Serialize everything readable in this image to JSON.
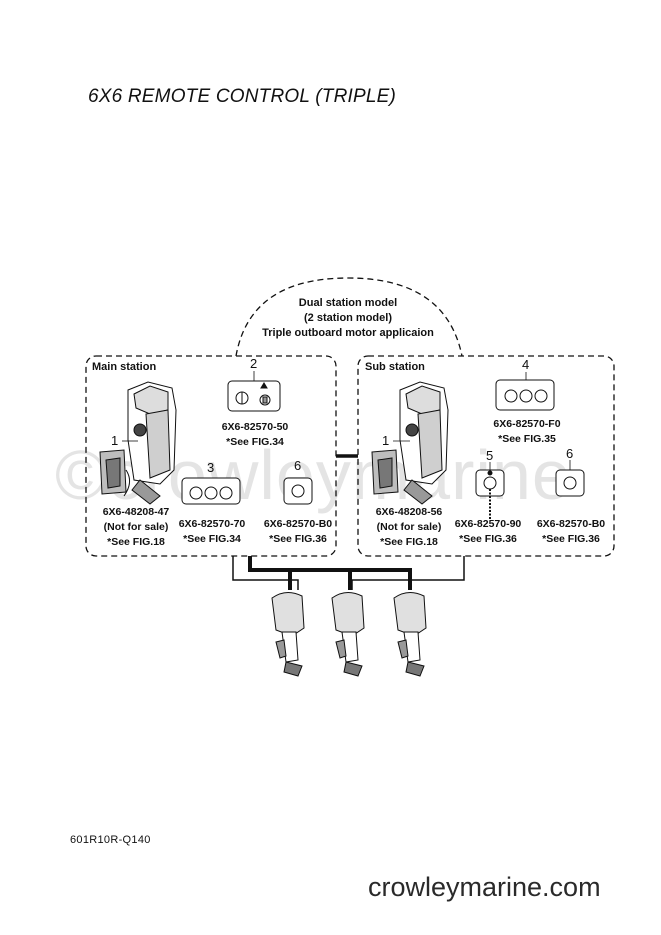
{
  "title": "6X6 REMOTE CONTROL (TRIPLE)",
  "header": {
    "line1": "Dual station model",
    "line2": "(2 station model)",
    "line3": "Triple outboard motor applicaion"
  },
  "main_station": {
    "label": "Main station",
    "items": [
      {
        "num": "1",
        "part": "6X6-48208-47",
        "note": "(Not for sale)",
        "ref": "*See FIG.18"
      },
      {
        "num": "2",
        "part": "6X6-82570-50",
        "ref": "*See FIG.34"
      },
      {
        "num": "3",
        "part": "6X6-82570-70",
        "ref": "*See FIG.34"
      },
      {
        "num": "6",
        "part": "6X6-82570-B0",
        "ref": "*See FIG.36"
      }
    ]
  },
  "sub_station": {
    "label": "Sub station",
    "items": [
      {
        "num": "1",
        "part": "6X6-48208-56",
        "note": "(Not for sale)",
        "ref": "*See FIG.18"
      },
      {
        "num": "4",
        "part": "6X6-82570-F0",
        "ref": "*See FIG.35"
      },
      {
        "num": "5",
        "part": "6X6-82570-90",
        "ref": "*See FIG.36"
      },
      {
        "num": "6",
        "part": "6X6-82570-B0",
        "ref": "*See FIG.36"
      }
    ]
  },
  "watermark": "©crowleymarine",
  "footer_code": "601R10R-Q140",
  "site": "crowleymarine.com"
}
